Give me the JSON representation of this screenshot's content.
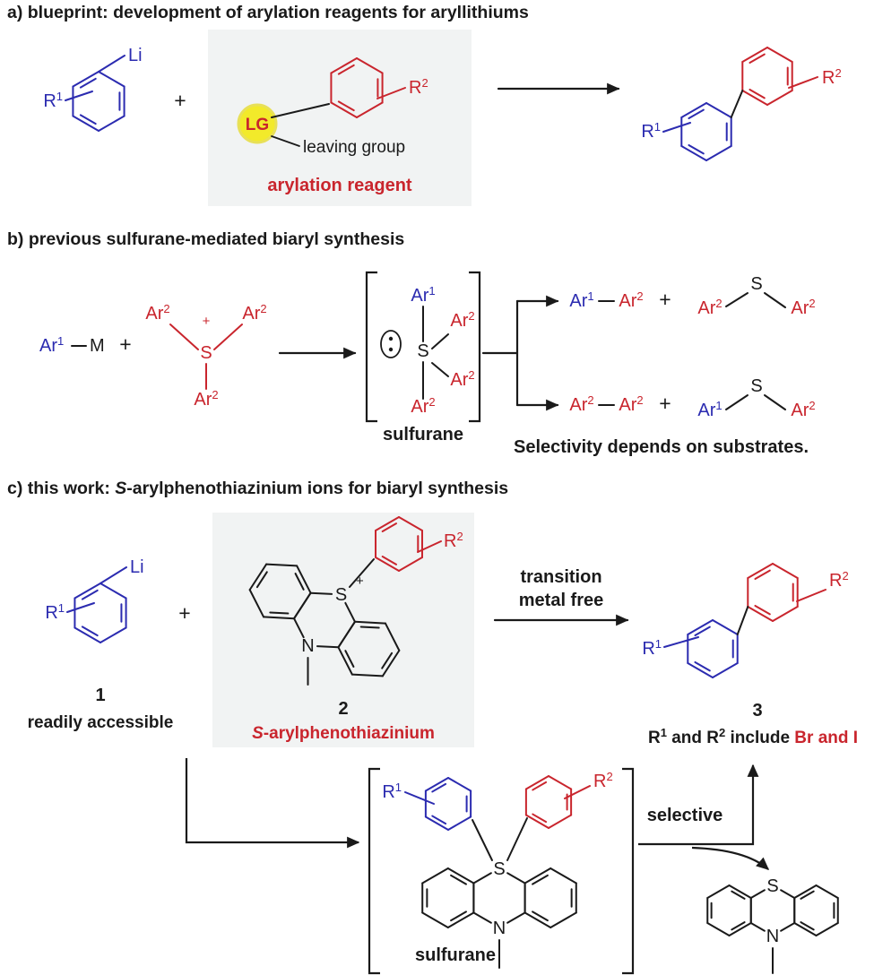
{
  "palette": {
    "blue": "#2b2bb0",
    "red": "#c9252d",
    "ink": "#1a1a1a",
    "box": "#f1f3f3",
    "lg_yellow": "#f2ea2a"
  },
  "tok": {
    "R": "R",
    "Ar": "Ar",
    "Li": "Li",
    "M": "M",
    "S": "S",
    "N": "N",
    "sup1": "1",
    "sup2": "2",
    "plus": "+",
    "charge": "+"
  },
  "a": {
    "title": "a) blueprint: development of arylation reagents for aryllithiums",
    "lg": "LG",
    "leaving_group": "leaving group",
    "caption": "arylation reagent"
  },
  "b": {
    "title": "b) previous sulfurane-mediated biaryl synthesis",
    "sulfurane": "sulfurane",
    "note": "Selectivity depends on substrates."
  },
  "c": {
    "title_prefix": "c) this work: ",
    "title_s": "S",
    "title_suffix": "-arylphenothiazinium ions for biaryl synthesis",
    "n1": "1",
    "cap1": "readily accessible",
    "n2": "2",
    "cap2_s": "S",
    "cap2_rest": "-arylphenothiazinium",
    "arrow_top": "transition",
    "arrow_bottom": "metal free",
    "n3": "3",
    "note_and": " and R",
    "note_include": " include ",
    "note_halogens": "Br and I",
    "sulfurane": "sulfurane",
    "selective": "selective"
  }
}
